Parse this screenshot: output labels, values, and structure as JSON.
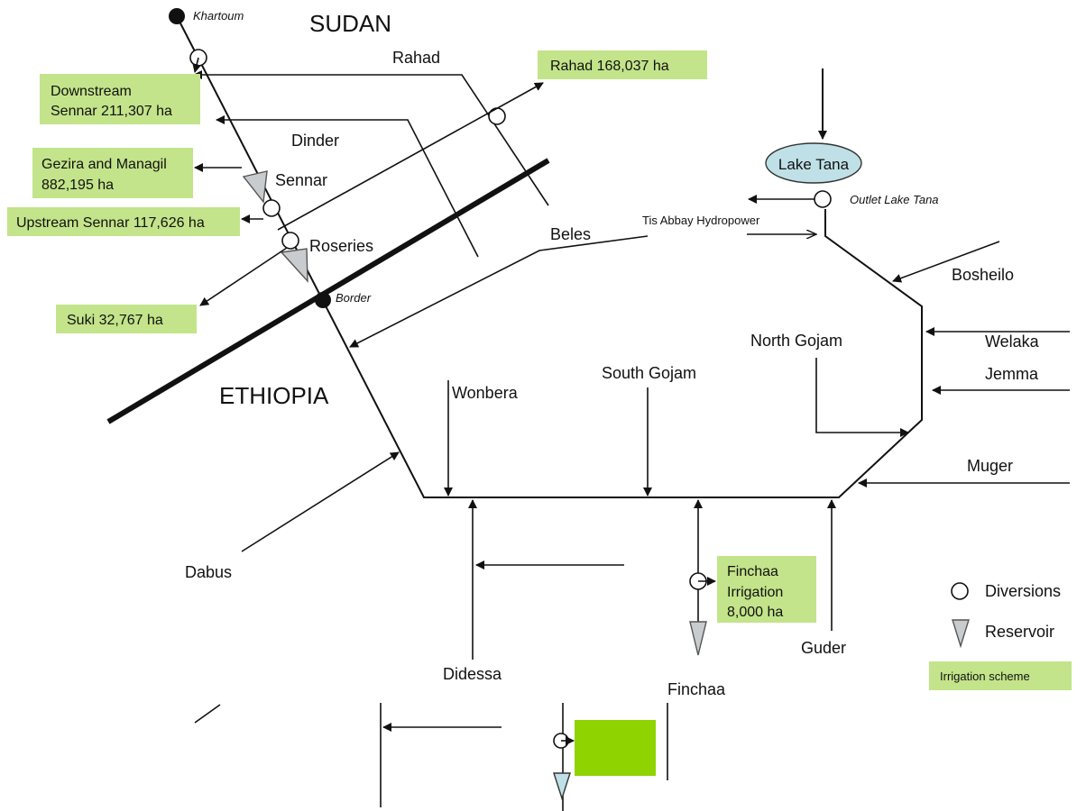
{
  "countries": {
    "sudan": "SUDAN",
    "ethiopia": "ETHIOPIA"
  },
  "places": {
    "khartoum": "Khartoum",
    "border": "Border",
    "outlet": "Outlet Lake Tana",
    "lake": "Lake Tana",
    "hydropower": "Tis Abbay Hydropower",
    "sennar": "Sennar",
    "roseries": "Roseries"
  },
  "rivers": {
    "rahad": "Rahad",
    "dinder": "Dinder",
    "beles": "Beles",
    "bosheilo": "Bosheilo",
    "welaka": "Welaka",
    "jemma": "Jemma",
    "north_gojam": "North Gojam",
    "south_gojam": "South Gojam",
    "wonbera": "Wonbera",
    "muger": "Muger",
    "dabus": "Dabus",
    "didessa": "Didessa",
    "finchaa": "Finchaa",
    "guder": "Guder"
  },
  "schemes": {
    "downstream_1": "Downstream",
    "downstream_2": "Sennar 211,307 ha",
    "rahad": "Rahad 168,037 ha",
    "gezira_1": "Gezira and Managil",
    "gezira_2": "882,195 ha",
    "upstream": "Upstream Sennar 117,626 ha",
    "suki": "Suki  32,767 ha",
    "finchaa_1": "Finchaa",
    "finchaa_2": "Irrigation",
    "finchaa_3": "8,000 ha"
  },
  "legend": {
    "diversions": "Diversions",
    "reservoir": "Reservoir",
    "scheme": "Irrigation scheme"
  },
  "colors": {
    "scheme_fill": "#c3e48a",
    "lake_fill": "#bfe0e6",
    "reservoir_fill": "#c8ccce",
    "bright_green": "#8fd400"
  }
}
